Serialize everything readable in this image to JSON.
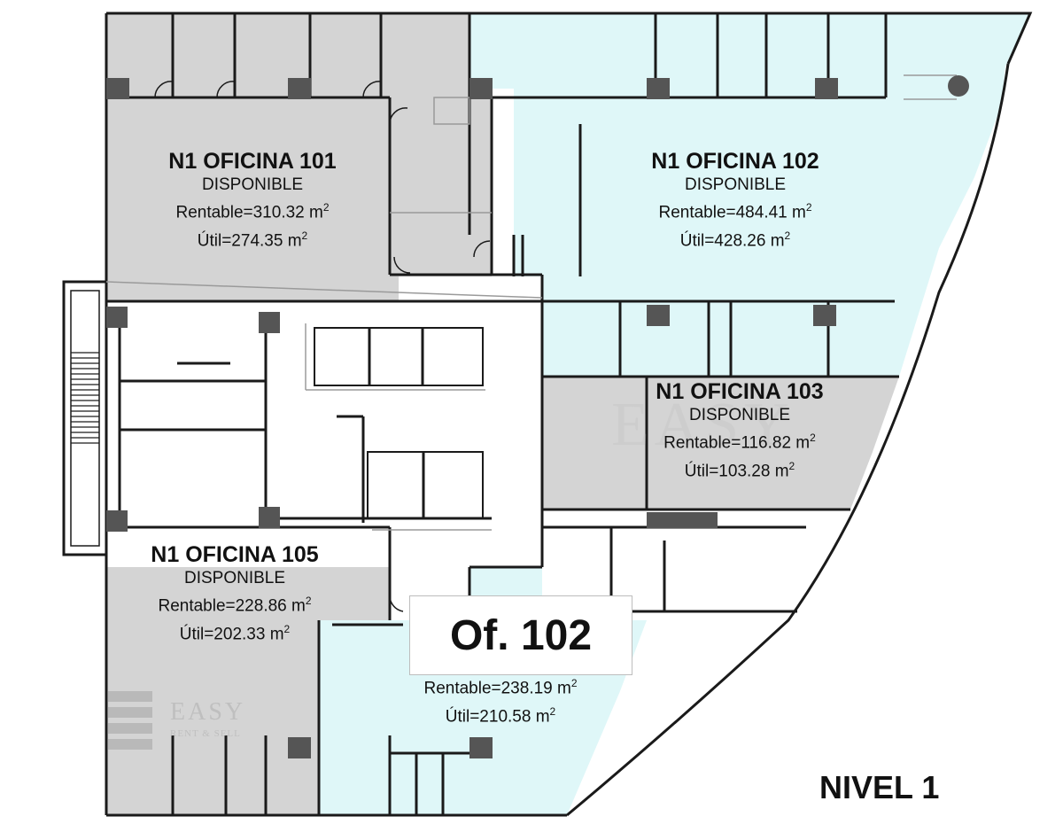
{
  "offices": [
    {
      "id": "101",
      "title": "N1 OFICINA 101",
      "status": "DISPONIBLE",
      "rentable": "Rentable=310.32 m",
      "util": "Útil=274.35 m",
      "unit": "2"
    },
    {
      "id": "102",
      "title": "N1 OFICINA 102",
      "status": "DISPONIBLE",
      "rentable": "Rentable=484.41 m",
      "util": "Útil=428.26 m",
      "unit": "2"
    },
    {
      "id": "103",
      "title": "N1 OFICINA 103",
      "status": "DISPONIBLE",
      "rentable": "Rentable=116.82 m",
      "util": "Útil=103.28 m",
      "unit": "2"
    },
    {
      "id": "105",
      "title": "N1 OFICINA 105",
      "status": "DISPONIBLE",
      "rentable": "Rentable=228.86 m",
      "util": "Útil=202.33 m",
      "unit": "2"
    },
    {
      "id": "104",
      "rentable": "Rentable=238.19 m",
      "util": "Útil=210.58 m",
      "unit": "2"
    }
  ],
  "callout": "Of. 102",
  "level": "NIVEL 1",
  "watermark": {
    "brand": "EASY",
    "tagline": "RENT & SELL"
  },
  "colors": {
    "available_highlight": "#dff7f8",
    "occupied": "#d4d4d4",
    "wall": "#1a1a1a",
    "column": "#555555"
  }
}
